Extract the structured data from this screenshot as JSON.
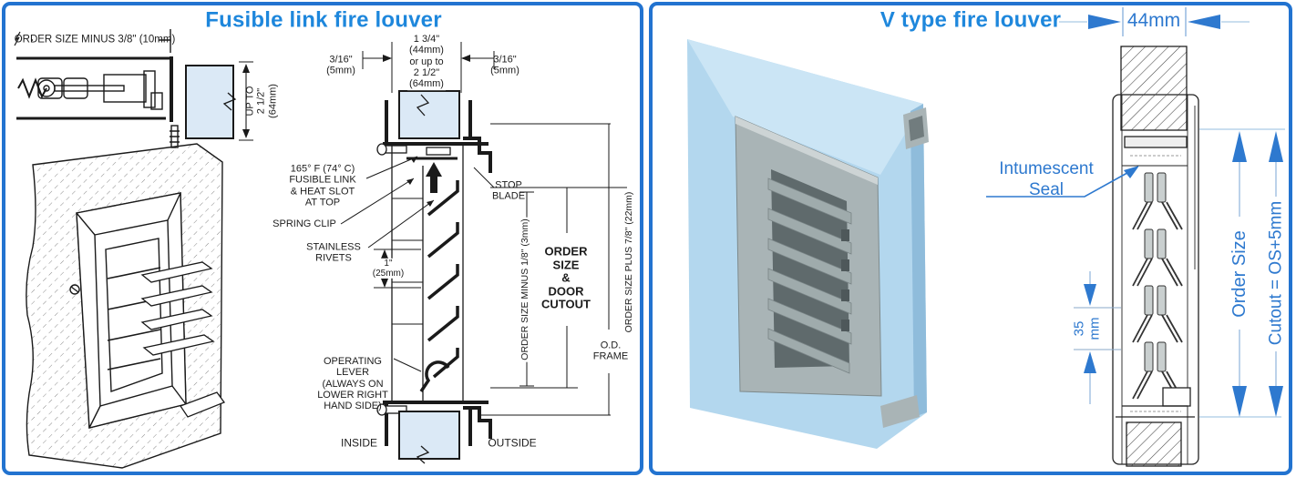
{
  "left_panel": {
    "title": "Fusible link fire louver",
    "labels": {
      "order_size_minus": "ORDER SIZE MINUS 3/8\" (10mm)",
      "up_to": "UP TO\n2 1/2\"\n(64mm)",
      "gap_left": "3/16\"\n(5mm)",
      "blade_width": "1 3/4\"\n(44mm)\nor up to\n2 1/2\"\n(64mm)",
      "gap_right": "3/16\"\n(5mm)",
      "fusible_link": "165° F (74° C)\nFUSIBLE LINK\n& HEAT SLOT\nAT TOP",
      "spring_clip": "SPRING CLIP",
      "stainless_rivets": "STAINLESS\nRIVETS",
      "blade_pitch": "1\"\n(25mm)",
      "stop_blade": "STOP\nBLADE",
      "order_size_minus_eighth": "ORDER SIZE MINUS 1/8\" (3mm)",
      "order_size_door_cutout": "ORDER\nSIZE\n&\nDOOR\nCUTOUT",
      "order_size_plus": "ORDER SIZE PLUS 7/8\" (22mm)",
      "od_frame": "O.D.\nFRAME",
      "operating_lever": "OPERATING\nLEVER\n(ALWAYS ON\nLOWER RIGHT\nHAND SIDE)",
      "inside": "INSIDE",
      "outside": "OUTSIDE"
    }
  },
  "right_panel": {
    "title": "V type fire louver",
    "labels": {
      "frame_depth": "44mm",
      "intumescent_seal": "Intumescent\nSeal",
      "blade_pitch": "35\nmm",
      "order_size": "Order Size",
      "cutout": "Cutout = OS+5mm"
    }
  },
  "colors": {
    "title_blue": "#1e87dc",
    "panel_border_blue": "#2273d0",
    "dimension_blue": "#2e79cf",
    "door_section_fill": "#dbe9f6",
    "render_door_blue": "#b3d7ee",
    "render_door_top_blue": "#cbe5f5",
    "render_louver_gray": "#a9b4b6",
    "line_art": "#1a1a1a"
  }
}
